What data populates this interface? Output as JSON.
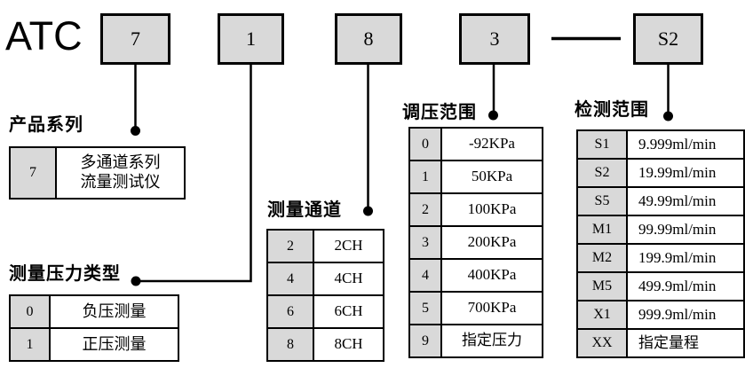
{
  "brand": "ATC",
  "code_boxes": [
    {
      "label": "7"
    },
    {
      "label": "1"
    },
    {
      "label": "8"
    },
    {
      "label": "3"
    },
    {
      "label": "S2"
    }
  ],
  "sections": [
    {
      "title": "产品系列",
      "rows": [
        {
          "code": "7",
          "desc": "多通道系列\n流量测试仪"
        }
      ]
    },
    {
      "title": "测量压力类型",
      "rows": [
        {
          "code": "0",
          "desc": "负压测量"
        },
        {
          "code": "1",
          "desc": "正压测量"
        }
      ]
    },
    {
      "title": "测量通道",
      "rows": [
        {
          "code": "2",
          "desc": "2CH"
        },
        {
          "code": "4",
          "desc": "4CH"
        },
        {
          "code": "6",
          "desc": "6CH"
        },
        {
          "code": "8",
          "desc": "8CH"
        }
      ]
    },
    {
      "title": "调压范围",
      "rows": [
        {
          "code": "0",
          "desc": "-92KPa"
        },
        {
          "code": "1",
          "desc": "50KPa"
        },
        {
          "code": "2",
          "desc": "100KPa"
        },
        {
          "code": "3",
          "desc": "200KPa"
        },
        {
          "code": "4",
          "desc": "400KPa"
        },
        {
          "code": "5",
          "desc": "700KPa"
        },
        {
          "code": "9",
          "desc": "指定压力"
        }
      ]
    },
    {
      "title": "检测范围",
      "rows": [
        {
          "code": "S1",
          "desc": "9.999ml/min"
        },
        {
          "code": "S2",
          "desc": "19.99ml/min"
        },
        {
          "code": "S5",
          "desc": "49.99ml/min"
        },
        {
          "code": "M1",
          "desc": "99.99ml/min"
        },
        {
          "code": "M2",
          "desc": "199.9ml/min"
        },
        {
          "code": "M5",
          "desc": "499.9ml/min"
        },
        {
          "code": "X1",
          "desc": "999.9ml/min"
        },
        {
          "code": "XX",
          "desc": "指定量程"
        }
      ]
    }
  ],
  "colors": {
    "cell_gray": "#d9d9d9",
    "line_black": "#000000",
    "background": "#ffffff"
  }
}
